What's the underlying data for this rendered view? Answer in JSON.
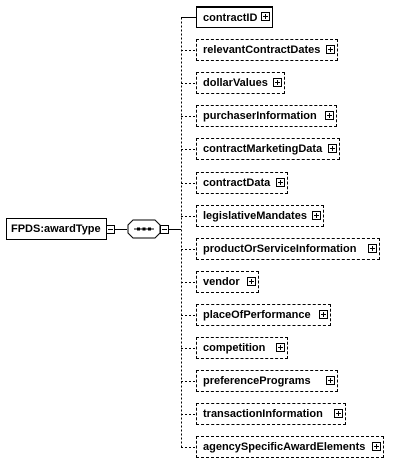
{
  "root": {
    "label": "FPDS:awardType"
  },
  "compositor": {
    "kind": "sequence"
  },
  "children": [
    {
      "label": "contractID",
      "occurrence": "required"
    },
    {
      "label": "relevantContractDates",
      "occurrence": "optional"
    },
    {
      "label": "dollarValues",
      "occurrence": "optional"
    },
    {
      "label": "purchaserInformation",
      "occurrence": "optional"
    },
    {
      "label": "contractMarketingData",
      "occurrence": "optional"
    },
    {
      "label": "contractData",
      "occurrence": "optional"
    },
    {
      "label": "legislativeMandates",
      "occurrence": "optional"
    },
    {
      "label": "productOrServiceInformation",
      "occurrence": "optional"
    },
    {
      "label": "vendor",
      "occurrence": "optional"
    },
    {
      "label": "placeOfPerformance",
      "occurrence": "optional"
    },
    {
      "label": "competition",
      "occurrence": "optional"
    },
    {
      "label": "preferencePrograms",
      "occurrence": "optional"
    },
    {
      "label": "transactionInformation",
      "occurrence": "optional"
    },
    {
      "label": "agencySpecificAwardElements",
      "occurrence": "optional"
    }
  ]
}
